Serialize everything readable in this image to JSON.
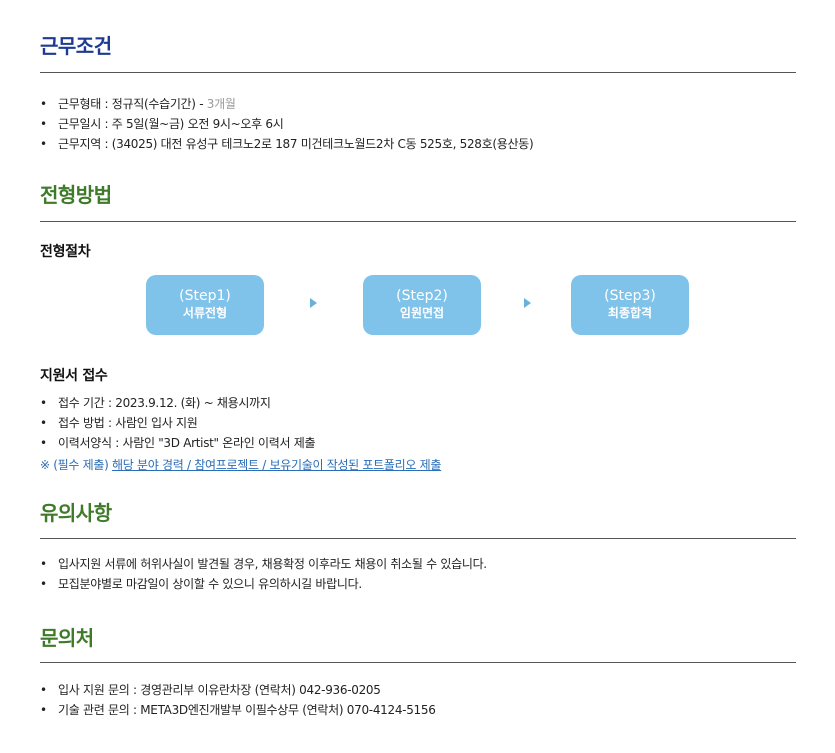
{
  "conditions": {
    "title": "근무조건",
    "items": [
      {
        "label": "근무형태 : 정규직(수습기간) - ",
        "extra": "3개월"
      },
      {
        "label": "근무일시 : 주 5일(월~금) 오전 9시~오후 6시"
      },
      {
        "label": "근무지역 : (34025) 대전 유성구 테크노2로 187 미건테크노월드2차 C동 525호, 528호(용산동)"
      }
    ]
  },
  "selection": {
    "title": "전형방법",
    "process_title": "전형절차",
    "steps": [
      {
        "step": "(Step1)",
        "name": "서류전형"
      },
      {
        "step": "(Step2)",
        "name": "임원면접"
      },
      {
        "step": "(Step3)",
        "name": "최종합격"
      }
    ],
    "apply_title": "지원서 접수",
    "apply_items": [
      "접수 기간 : 2023.9.12. (화) ~ 채용시까지",
      "접수 방법 : 사람인 입사 지원",
      "이력서양식 : 사람인 \"3D Artist\" 온라인 이력서 제출"
    ],
    "note_prefix": "※ (필수 제출) ",
    "note_link": "해당 분야 경력 / 참여프로젝트 / 보유기술이 작성된 포트폴리오 제출"
  },
  "notice": {
    "title": "유의사항",
    "items": [
      "입사지원 서류에 허위사실이 발견될 경우, 채용확정 이후라도 채용이 취소될 수 있습니다.",
      "모집분야별로 마감일이 상이할 수 있으니 유의하시길 바랍니다."
    ]
  },
  "contact": {
    "title": "문의처",
    "items": [
      "입사 지원 문의 : 경영관리부 이유란차장 (연락처) 042-936-0205",
      "기술 관련 문의 : META3D엔진개발부 이필수상무 (연락처) 070-4124-5156"
    ]
  },
  "colors": {
    "title_blue": "#1f3a93",
    "title_green": "#3f7a2a",
    "step_box": "#7fc2ea",
    "link": "#2a6db8"
  }
}
